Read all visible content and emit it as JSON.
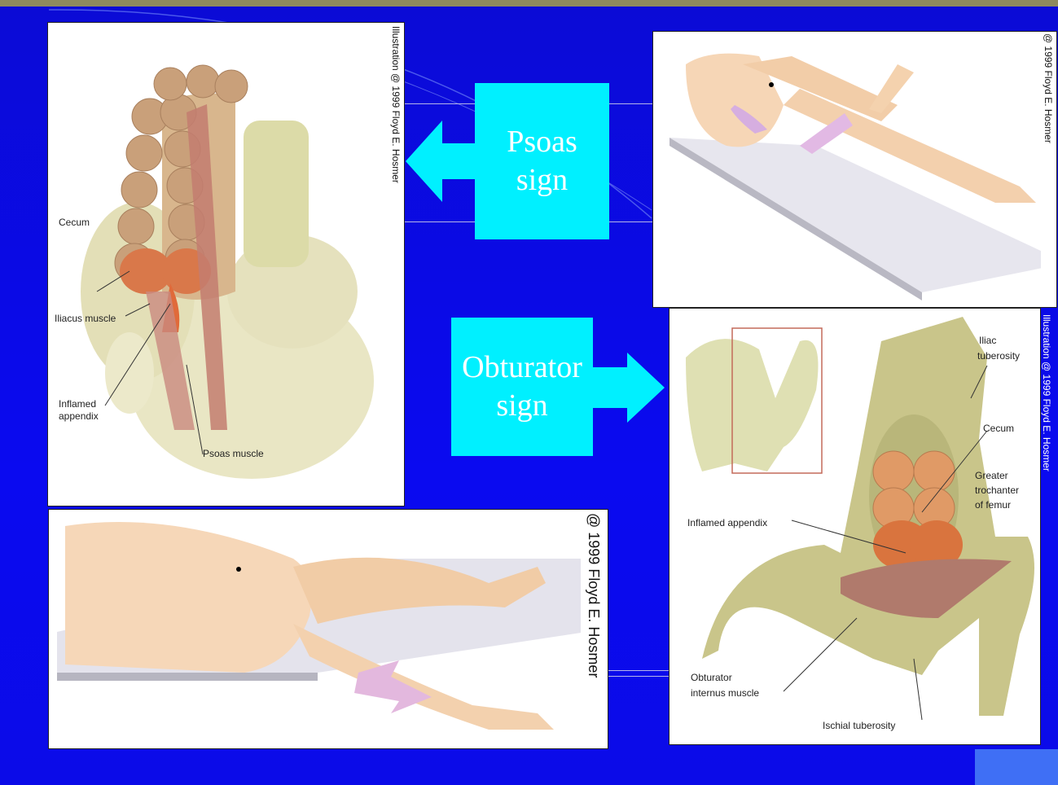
{
  "slide": {
    "psoas_sign": {
      "line1": "Psoas",
      "line2": "sign"
    },
    "obturator_sign": {
      "line1": "Obturator",
      "line2": "sign"
    }
  },
  "panels": {
    "psoas_anatomy": {
      "credit": "Illustration @ 1999 Floyd E. Hosmer",
      "labels": {
        "cecum": "Cecum",
        "iliacus": "Iliacus muscle",
        "inflamed1": "Inflamed",
        "inflamed2": "appendix",
        "psoas": "Psoas muscle"
      }
    },
    "psoas_patient": {
      "credit": "@ 1999 Floyd E. Hosmer"
    },
    "obturator_anatomy": {
      "credit": "Illustration @ 1999 Floyd E. Hosmer",
      "labels": {
        "iliac1": "Iliac",
        "iliac2": "tuberosity",
        "cecum": "Cecum",
        "greater1": "Greater",
        "greater2": "trochanter",
        "greater3": "of femur",
        "inflamed": "Inflamed appendix",
        "obturator1": "Obturator",
        "obturator2": "internus muscle",
        "ischial": "Ischial tuberosity"
      }
    },
    "obturator_patient": {
      "credit": "@ 1999 Floyd E. Hosmer"
    }
  },
  "colors": {
    "background": "#0a0ae6",
    "sign_box": "#00f0ff",
    "top_bar": "#8e8a5e"
  }
}
